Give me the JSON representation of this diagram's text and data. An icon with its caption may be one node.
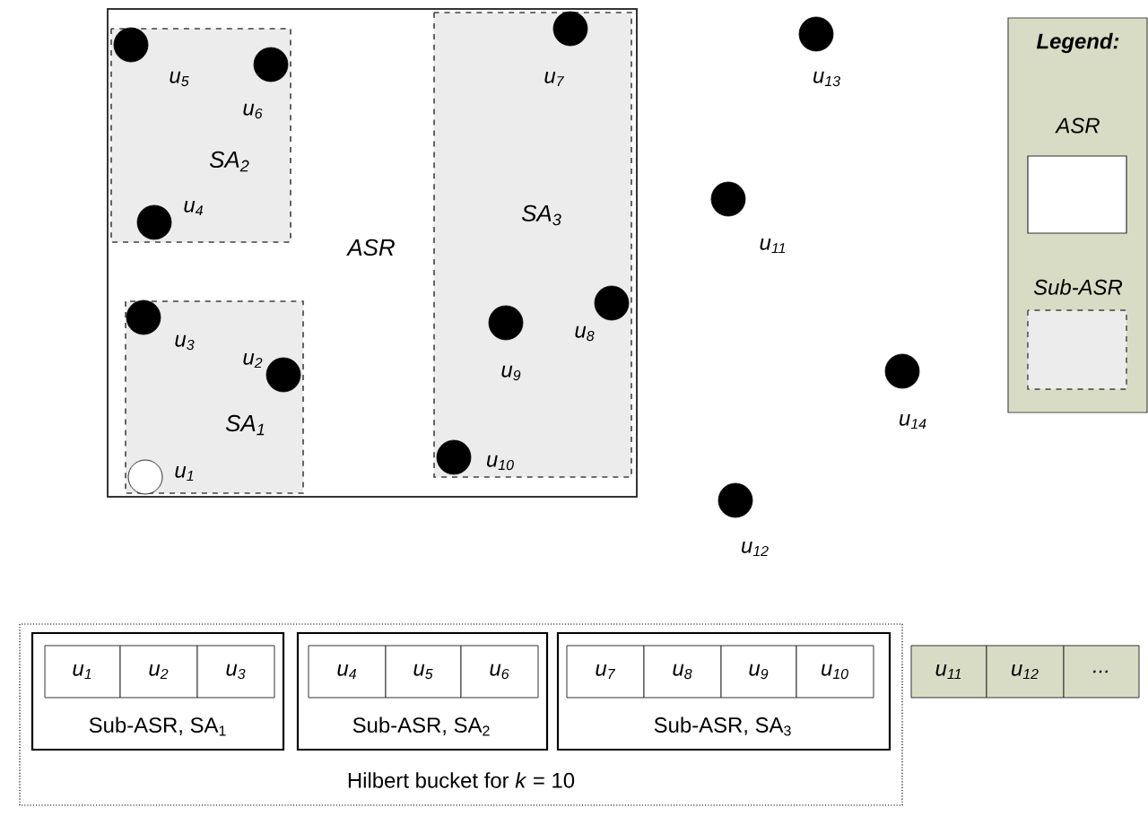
{
  "diagram": {
    "nodes": [
      {
        "text": [
          "ASR"
        ]
      },
      {
        "text": [
          "SA$_{2}$"
        ],
        "in": 0
      },
      {
        "text": [
          "SA$_{3}$"
        ],
        "in": 0
      },
      {
        "text": [
          "SA$_{1}$"
        ],
        "in": 0
      },
      {
        "text": [],
        "shape": "circle",
        "beside": [
          "u$_{1}$"
        ],
        "in": 3
      },
      {
        "text": [],
        "shape": "circle",
        "beside": [
          "u$_{2}$"
        ],
        "in": 3
      },
      {
        "text": [],
        "shape": "circle",
        "beside": [
          "u$_{3}$"
        ],
        "in": 3
      },
      {
        "text": [],
        "shape": "circle",
        "beside": [
          "u$_{4}$"
        ],
        "in": 1
      },
      {
        "text": [],
        "shape": "circle",
        "beside": [
          "u$_{5}$"
        ],
        "in": 1
      },
      {
        "text": [],
        "shape": "circle",
        "beside": [
          "u$_{6}$"
        ],
        "in": 1
      },
      {
        "text": [],
        "shape": "circle",
        "beside": [
          "u$_{7}$"
        ],
        "in": 2
      },
      {
        "text": [],
        "shape": "circle",
        "beside": [
          "u$_{8}$"
        ],
        "in": 2
      },
      {
        "text": [],
        "shape": "circle",
        "beside": [
          "u$_{9}$"
        ],
        "in": 2
      },
      {
        "text": [],
        "shape": "circle",
        "beside": [
          "u$_{10}$"
        ],
        "in": 2
      },
      {
        "text": [],
        "shape": "circle",
        "beside": [
          "u$_{11}$"
        ]
      },
      {
        "text": [],
        "shape": "circle",
        "beside": [
          "u$_{12}$"
        ]
      },
      {
        "text": [],
        "shape": "circle",
        "beside": [
          "u$_{13}$"
        ]
      },
      {
        "text": [],
        "shape": "circle",
        "beside": [
          "u$_{14}$"
        ]
      },
      {
        "text": [
          "Hilbert bucket for *k* = 10"
        ]
      },
      {
        "text": [
          "Sub-ASR, SA$_{1}$"
        ],
        "in": 18
      },
      {
        "text": [
          "u$_{1}$"
        ],
        "in": 19
      },
      {
        "text": [
          "u$_{2}$"
        ],
        "in": 19
      },
      {
        "text": [
          "u$_{3}$"
        ],
        "in": 19
      },
      {
        "text": [
          "Sub-ASR, SA$_{2}$"
        ],
        "in": 18
      },
      {
        "text": [
          "u$_{4}$"
        ],
        "in": 23
      },
      {
        "text": [
          "u$_{5}$"
        ],
        "in": 23
      },
      {
        "text": [
          "u$_{6}$"
        ],
        "in": 23
      },
      {
        "text": [
          "Sub-ASR, SA$_{3}$"
        ],
        "in": 18
      },
      {
        "text": [
          "u$_{7}$"
        ],
        "in": 27
      },
      {
        "text": [
          "u$_{8}$"
        ],
        "in": 27
      },
      {
        "text": [
          "u$_{9}$"
        ],
        "in": 27
      },
      {
        "text": [
          "u$_{10}$"
        ],
        "in": 27
      },
      {
        "text": [
          "u$_{11}$"
        ]
      },
      {
        "text": [
          "u$_{12}$"
        ]
      },
      {
        "text": [
          "..."
        ]
      }
    ],
    "labels": [
      "Legend:"
    ],
    "legend": [
      {
        "text": "ASR",
        "color": "#ffffff"
      },
      {
        "text": "Sub-ASR"
      }
    ]
  }
}
